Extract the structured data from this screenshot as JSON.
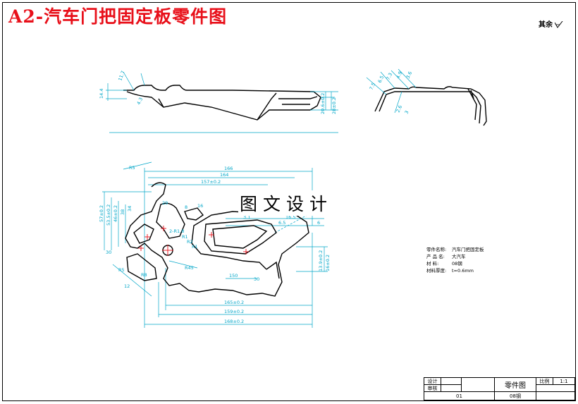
{
  "title": "A2-汽车门把固定板零件图",
  "roughness_note": "其余",
  "watermark": "图文设计",
  "notes": [
    {
      "key": "零件名称:",
      "value": "汽车门把固定板"
    },
    {
      "key": "产 品 名:",
      "value": "大汽车"
    },
    {
      "key": "材    料:",
      "value": "08钢"
    },
    {
      "key": "材料厚度:",
      "value": "t=0.6mm"
    }
  ],
  "dimensions": {
    "top_view": [
      "14.4",
      "11.7",
      "4.3",
      "20.6±0.2",
      "28±0.2"
    ],
    "side_view": [
      "7.5",
      "6.5",
      "7.3",
      "4.9",
      "3.6",
      "2.6",
      "3"
    ],
    "main_view": [
      "R5",
      "166",
      "164",
      "157±0.2",
      "57±0.2",
      "53.5±0.2",
      "46±0.2",
      "38",
      "34",
      "29",
      "8",
      "16",
      "3.1",
      "6",
      "6.5",
      "16.5",
      "R1",
      "R2",
      "R1",
      "R5",
      "12",
      "30",
      "13.9±0.2",
      "16±0.2",
      "165±0.2",
      "159±0.2",
      "168±0.2",
      "150",
      "30",
      "R45",
      "2-R1.8",
      "R8"
    ]
  },
  "title_block": {
    "designer_label": "设计",
    "reviewer_label": "审核",
    "drawing_name": "零件图",
    "scale_label": "比例",
    "scale_value": "1:1",
    "sheet_no": "01",
    "material": "08钢"
  },
  "colors": {
    "title": "#e8101a",
    "dimension": "#00a6c8",
    "center_mark": "#e8101a",
    "outline": "#000000"
  }
}
